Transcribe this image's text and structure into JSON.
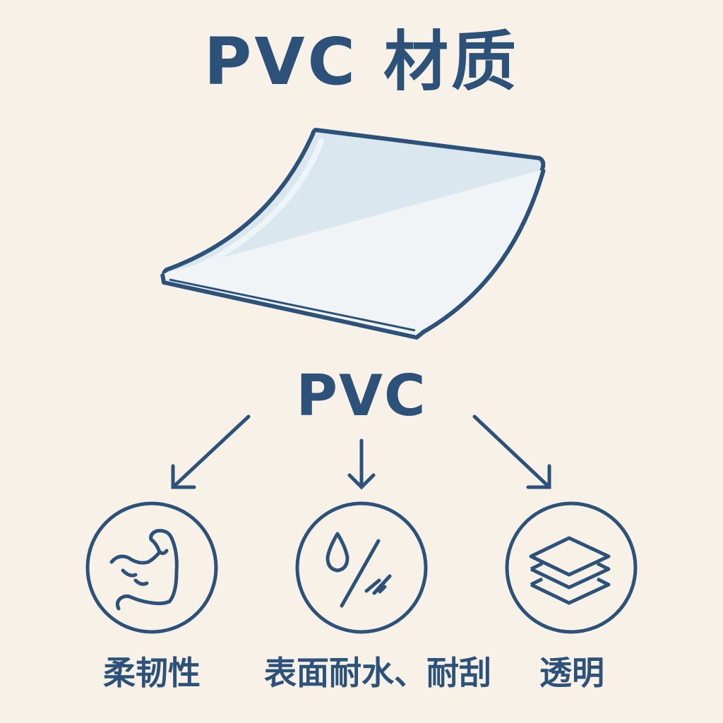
{
  "title": "PVC 材质",
  "material_label": "PVC",
  "features": [
    {
      "label": "柔韧性",
      "icon": "flexed-arm-icon"
    },
    {
      "label": "表面耐水、耐刮",
      "icon": "water-drop-scratch-icon"
    },
    {
      "label": "透明",
      "icon": "stacked-layers-icon"
    }
  ],
  "colors": {
    "background": "#f8f1e7",
    "primary": "#2c527a",
    "sheet_fill": "#dbe7ee"
  }
}
